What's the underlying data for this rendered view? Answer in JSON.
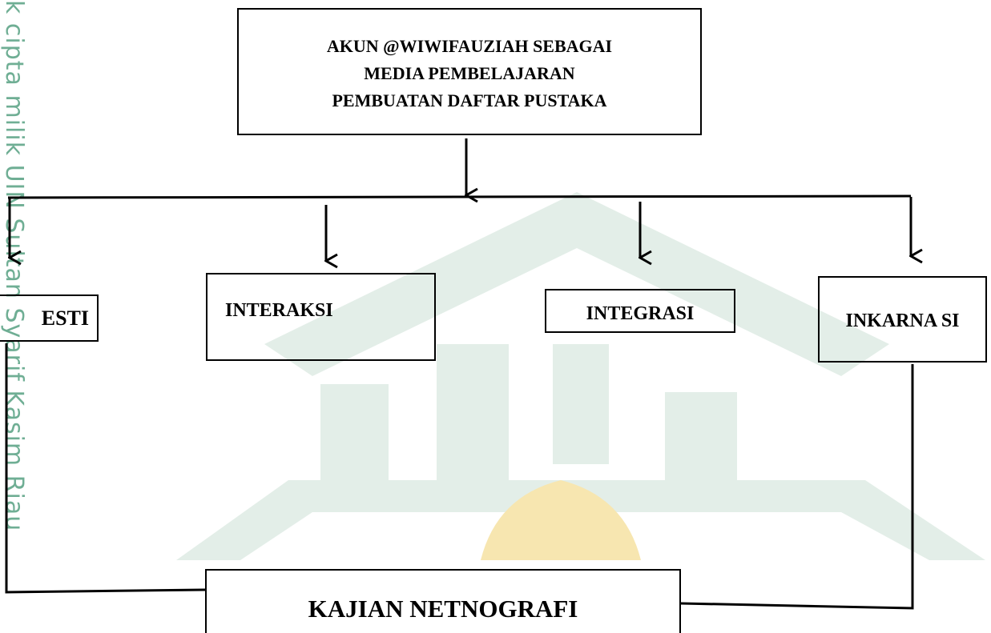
{
  "side_watermark_text": "k cipta milik UIN Sultan Syarif Kasim Riau",
  "nodes": {
    "root_lines": [
      "AKUN @WIWIFAUZIAH SEBAGAI",
      "MEDIA PEMBELAJARAN",
      "PEMBUATAN DAFTAR PUSTAKA"
    ],
    "manifestasi": "ESTI",
    "interaksi": "INTERAKSI",
    "integrasi": "INTEGRASI",
    "inkarnasi": "INKARNA SI",
    "kajian": "KAJIAN NETNOGRAFI"
  },
  "colors": {
    "line": "#000000",
    "side_text": "#6fae94",
    "watermark_green": "#e3eee8",
    "watermark_gold": "#f7e6b0"
  }
}
